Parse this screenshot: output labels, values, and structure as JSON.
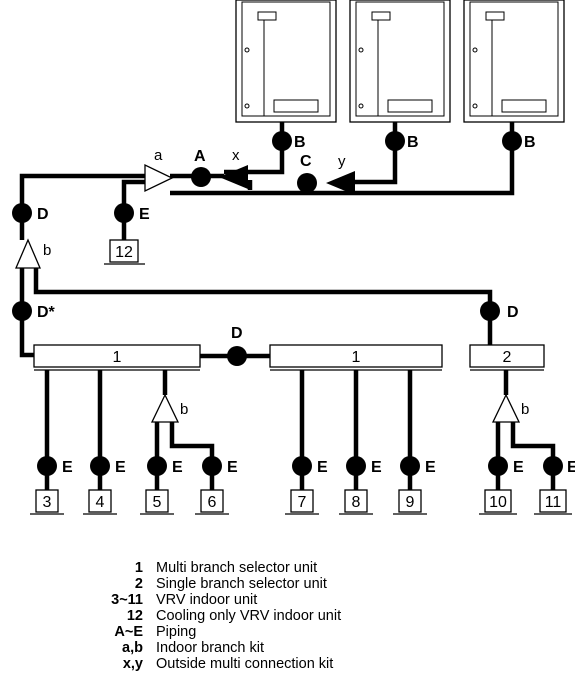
{
  "diagram": {
    "outdoor_units": [
      "outdoor-unit",
      "outdoor-unit",
      "outdoor-unit"
    ],
    "pipe_labels": {
      "B1": "B",
      "B2": "B",
      "B3": "B",
      "A": "A",
      "C": "C",
      "D_left": "D",
      "D_star": "D*",
      "D_mid": "D",
      "D_right": "D",
      "E_cool": "E",
      "E3": "E",
      "E4": "E",
      "E5": "E",
      "E6": "E",
      "E7": "E",
      "E8": "E",
      "E9": "E",
      "E10": "E",
      "E11": "E"
    },
    "kit_labels": {
      "a": "a",
      "x": "x",
      "y": "y",
      "b_main": "b",
      "b_left": "b",
      "b_right": "b"
    },
    "selector_labels": {
      "left": "1",
      "middle": "1",
      "right": "2"
    },
    "indoor_units": [
      "3",
      "4",
      "5",
      "6",
      "7",
      "8",
      "9",
      "10",
      "11"
    ],
    "cooling_unit": "12"
  },
  "legend": [
    {
      "key": "1",
      "desc": "Multi branch selector unit"
    },
    {
      "key": "2",
      "desc": "Single branch selector unit"
    },
    {
      "key": "3~11",
      "desc": "VRV indoor unit"
    },
    {
      "key": "12",
      "desc": "Cooling only VRV indoor unit"
    },
    {
      "key": "A~E",
      "desc": "Piping"
    },
    {
      "key": "a,b",
      "desc": "Indoor branch kit"
    },
    {
      "key": "x,y",
      "desc": "Outside multi connection kit"
    }
  ]
}
